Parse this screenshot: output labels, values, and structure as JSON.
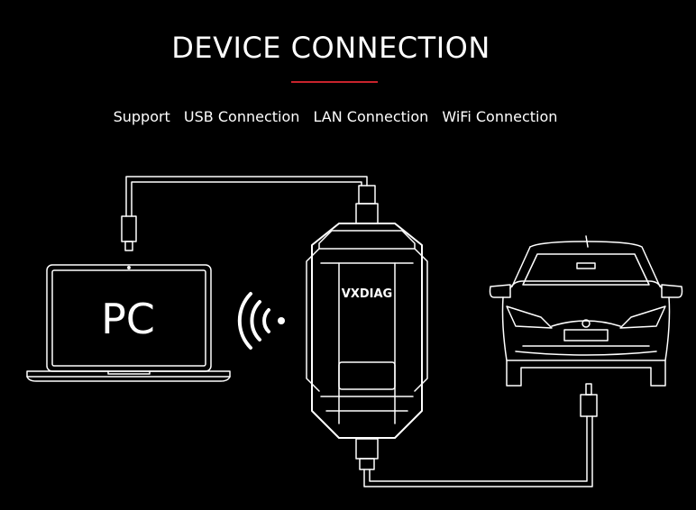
{
  "header": {
    "title": "DEVICE CONNECTION",
    "accent_color": "#c8232c"
  },
  "support": {
    "label": "Support",
    "options": [
      "USB Connection",
      "LAN Connection",
      "WiFi Connection"
    ]
  },
  "laptop": {
    "screen_text": "PC"
  },
  "wifi": {
    "icon": "wifi-signal-icon"
  },
  "device": {
    "brand": "VXDIAG"
  },
  "car": {
    "icon": "car-front-icon"
  }
}
